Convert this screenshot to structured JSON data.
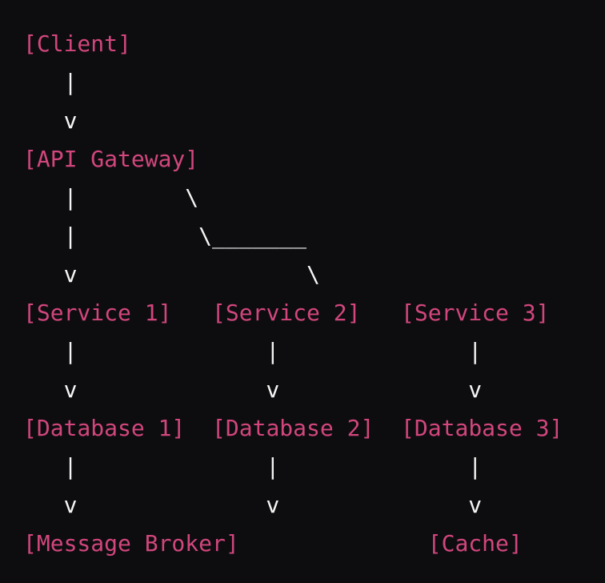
{
  "colors": {
    "background": "#0d0d0f",
    "node": "#d2467d",
    "connector": "#f5f5f5"
  },
  "diagram": {
    "lines": [
      {
        "segments": [
          {
            "name": "node-client",
            "type": "node",
            "text": "[Client]"
          }
        ]
      },
      {
        "segments": [
          {
            "name": "connector-client-gateway-pipe",
            "type": "connector",
            "text": "   |"
          }
        ]
      },
      {
        "segments": [
          {
            "name": "connector-client-gateway-arrowhead",
            "type": "connector",
            "text": "   v"
          }
        ]
      },
      {
        "segments": [
          {
            "name": "node-api-gateway",
            "type": "node",
            "text": "[API Gateway]"
          }
        ]
      },
      {
        "segments": [
          {
            "name": "connector-gateway-branch-row-1",
            "type": "connector",
            "text": "   |        \\"
          }
        ]
      },
      {
        "segments": [
          {
            "name": "connector-gateway-branch-row-2",
            "type": "connector",
            "text": "   |         \\_______"
          }
        ]
      },
      {
        "segments": [
          {
            "name": "connector-gateway-branch-row-3",
            "type": "connector",
            "text": "   v                 \\"
          }
        ]
      },
      {
        "segments": [
          {
            "name": "node-service-1",
            "type": "node",
            "text": "[Service 1]"
          },
          {
            "name": "gap",
            "type": "gap",
            "text": "   "
          },
          {
            "name": "node-service-2",
            "type": "node",
            "text": "[Service 2]"
          },
          {
            "name": "gap",
            "type": "gap",
            "text": "   "
          },
          {
            "name": "node-service-3",
            "type": "node",
            "text": "[Service 3]"
          }
        ]
      },
      {
        "segments": [
          {
            "name": "connector-services-to-databases-pipes",
            "type": "connector",
            "text": "   |              |              |"
          }
        ]
      },
      {
        "segments": [
          {
            "name": "connector-services-to-databases-arrowheads",
            "type": "connector",
            "text": "   v              v              v"
          }
        ]
      },
      {
        "segments": [
          {
            "name": "node-database-1",
            "type": "node",
            "text": "[Database 1]"
          },
          {
            "name": "gap",
            "type": "gap",
            "text": "  "
          },
          {
            "name": "node-database-2",
            "type": "node",
            "text": "[Database 2]"
          },
          {
            "name": "gap",
            "type": "gap",
            "text": "  "
          },
          {
            "name": "node-database-3",
            "type": "node",
            "text": "[Database 3]"
          }
        ]
      },
      {
        "segments": [
          {
            "name": "connector-databases-downstream-pipes",
            "type": "connector",
            "text": "   |              |              |"
          }
        ]
      },
      {
        "segments": [
          {
            "name": "connector-databases-downstream-arrowheads",
            "type": "connector",
            "text": "   v              v              v"
          }
        ]
      },
      {
        "segments": [
          {
            "name": "node-message-broker",
            "type": "node",
            "text": "[Message Broker]"
          },
          {
            "name": "gap",
            "type": "gap",
            "text": "              "
          },
          {
            "name": "node-cache",
            "type": "node",
            "text": "[Cache]"
          }
        ]
      }
    ]
  }
}
